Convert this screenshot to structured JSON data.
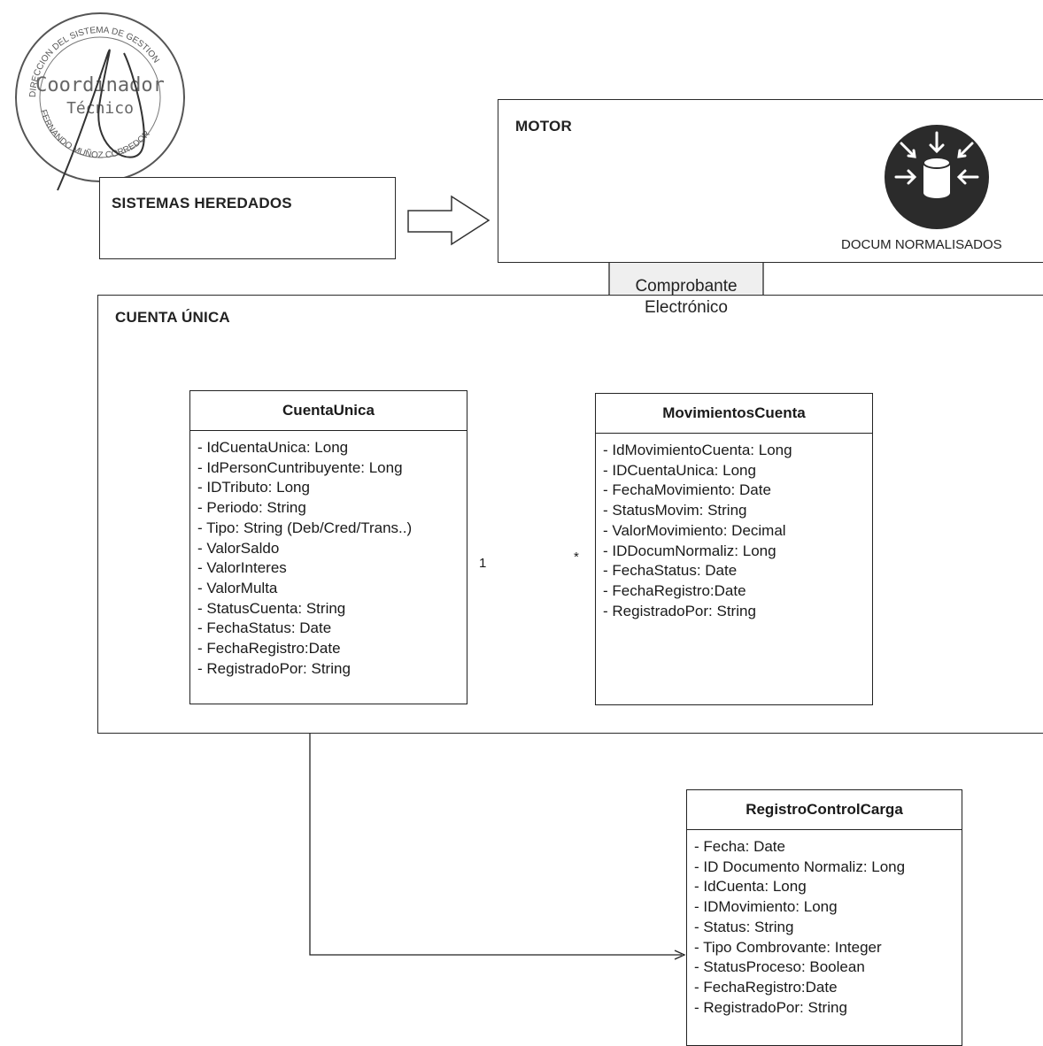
{
  "stamp": {
    "ring_text": "DIRECCION DEL SISTEMA DE GESTION",
    "center_line1": "Coordinador",
    "center_line2": "Técnico",
    "bottom_text": "FERNANDO MUÑOZ CORREDOR"
  },
  "containers": {
    "sistemas_heredados": "SISTEMAS HEREDADOS",
    "motor": "MOTOR",
    "cuenta_unica": "CUENTA ÚNICA"
  },
  "motor_icon": {
    "label": "DOCUM NORMALISADOS",
    "icon": "database-inbound-icon",
    "color": "#2b2b2b"
  },
  "flow_arrow": {
    "line1": "Comprobante",
    "line2": "Electrónico"
  },
  "classes": {
    "cuenta_unica": {
      "name": "CuentaUnica",
      "attributes": [
        "- IdCuentaUnica: Long",
        "- IdPersonCuntribuyente: Long",
        "- IDTributo: Long",
        "- Periodo: String",
        "- Tipo: String (Deb/Cred/Trans..)",
        "- ValorSaldo",
        "- ValorInteres",
        "- ValorMulta",
        "- StatusCuenta: String",
        "- FechaStatus: Date",
        "- FechaRegistro:Date",
        "- RegistradoPor: String"
      ]
    },
    "movimientos_cuenta": {
      "name": "MovimientosCuenta",
      "attributes": [
        "- IdMovimientoCuenta: Long",
        "- IDCuentaUnica: Long",
        "- FechaMovimiento: Date",
        "- StatusMovim: String",
        "- ValorMovimiento: Decimal",
        "- IDDocumNormaliz: Long",
        "- FechaStatus: Date",
        "- FechaRegistro:Date",
        "- RegistradoPor: String"
      ]
    },
    "registro_control_carga": {
      "name": "RegistroControlCarga",
      "attributes": [
        "- Fecha: Date",
        "- ID Documento Normaliz: Long",
        "- IdCuenta: Long",
        "- IDMovimiento: Long",
        "- Status: String",
        "- Tipo Combrovante: Integer",
        "- StatusProceso: Boolean",
        "- FechaRegistro:Date",
        "- RegistradoPor: String"
      ]
    }
  },
  "association": {
    "source_multiplicity": "1",
    "target_multiplicity": "*"
  }
}
